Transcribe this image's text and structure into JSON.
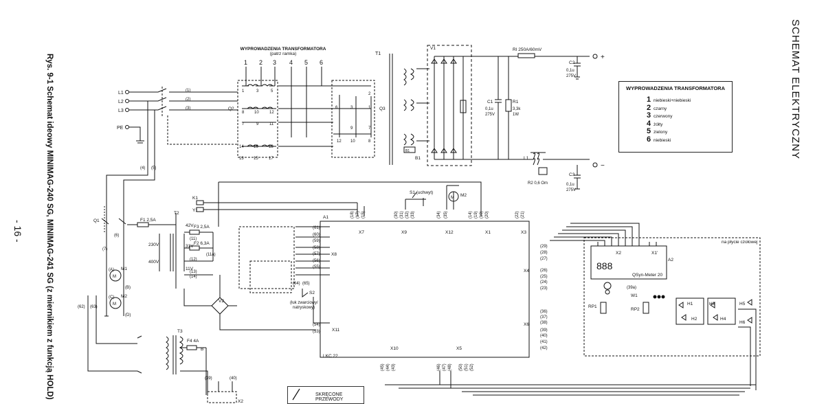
{
  "header": {
    "transformer_title": "WYPROWADZENIA TRANSFORMATORA",
    "transformer_subtitle": "(patrz ramka)",
    "terminal_numbers": [
      "1",
      "2",
      "3",
      "4",
      "5",
      "6"
    ]
  },
  "side_title": "SCHEMAT ELEKTRYCZNY",
  "caption": "Rys. 9-1 Schemat ideowy MINIMAG-240 SG, MINIMAG-241 SG (z miernikiem z funkcją HOLD)",
  "page_number": "- 16 -",
  "legend": {
    "title": "WYPROWADZENIA TRANSFORMATORA",
    "rows": [
      {
        "num": "1",
        "text": "niebieski+niebieski"
      },
      {
        "num": "2",
        "text": "czarny"
      },
      {
        "num": "3",
        "text": "czerwony"
      },
      {
        "num": "4",
        "text": "żółty"
      },
      {
        "num": "5",
        "text": "zielony"
      },
      {
        "num": "6",
        "text": "niebieski"
      }
    ]
  },
  "inputs": {
    "l1": "L1",
    "l2": "L2",
    "l3": "L3",
    "pe": "PE",
    "w1": "(1)",
    "w2": "(2)",
    "w3": "(3)",
    "w4": "(4)",
    "w5": "(5)"
  },
  "components": {
    "q1": "Q1",
    "q2": "Q2",
    "q3": "Q3",
    "t1": "T1",
    "t2": "T2",
    "t3": "T3",
    "v1": "V1",
    "v2": "V2",
    "k1": "K1",
    "y1": "Y1",
    "f1": "F1  2,5A",
    "f2": "F2  6,3A",
    "f3": "F3  2,5A",
    "f4": "F4  4A",
    "m1": "M1",
    "m2_fan": "M2",
    "m2_motor": "M2",
    "s1": "S1 (uchwyt)",
    "s2": "S2",
    "s2_note1": "(łuk zwarciowy/",
    "s2_note2": "natryskowy)",
    "c1": "C1",
    "c1_val1": "0,1u",
    "c1_val2": "275V",
    "r1": "R1",
    "r1_val1": "3,3k",
    "r1_val2": "1W",
    "c2": "C2",
    "c2_val1": "0,1u",
    "c2_val2": "275V",
    "c3": "C3",
    "c3_val1": "0,1u",
    "c3_val2": "275V",
    "rl": "RI  250A/60mV",
    "l1_choke": "L1",
    "r2": "R2  0,6 Om",
    "b1": "B1",
    "a1": "A1",
    "a2": "A2",
    "x2": "X2",
    "x1p": "X1'",
    "meter": "QSyn-Meter 20",
    "rp1": "RP1",
    "rp2": "RP2",
    "w1_sw": "W1",
    "w39": "(39a)",
    "lkc": "LKC 22",
    "b": "B",
    "v230": "230V",
    "v400": "400V",
    "v42": "42V",
    "v31": "31V",
    "v11": "11V",
    "h1": "H1",
    "h2": "H2",
    "h3": "H3",
    "h4": "H4",
    "h5": "H5",
    "h6": "H6"
  },
  "connectors": {
    "x7": "X7",
    "x9": "X9",
    "x12": "X12",
    "x1": "X1",
    "x3": "X3",
    "x8": "X8",
    "x11": "X11",
    "x4": "X4",
    "x6": "X6",
    "x10": "X10",
    "x5": "X5",
    "x2b": "X2"
  },
  "x8_wires": [
    "(61)",
    "(60)",
    "(59)",
    "(58)",
    "(57)",
    "(56)",
    "(55)"
  ],
  "x4_wires": [
    "(29)",
    "(28)",
    "(27)",
    "(26)",
    "(25)",
    "(24)",
    "(23)"
  ],
  "x6_wires": [
    "(36)",
    "(37)",
    "(38)",
    "(39)",
    "(40)",
    "(41)",
    "(42)"
  ],
  "top_wires": [
    "(18)",
    "(17)",
    "(15)",
    "(30)",
    "(31)",
    "(32)",
    "(33)",
    "(34)",
    "(35)",
    "(14)",
    "(19)",
    "(10)",
    "(20)",
    "(22)",
    "(21)"
  ],
  "bottom_wires": [
    "(45)",
    "(44)",
    "(43)",
    "(46)",
    "(47)",
    "(48)",
    "(50)",
    "(51)",
    "(52)"
  ],
  "misc_wires": {
    "w54": "(54)",
    "w53": "(53)",
    "w64": "(64)",
    "w65": "(65)",
    "w39": "(39)",
    "w40": "(40)",
    "w62": "(62)",
    "w63": "(63)",
    "w11a": "(11a)",
    "w12": "(12)",
    "w13": "(13)",
    "w14": "(14)",
    "w11": "(11)",
    "w6": "(6)",
    "w7": "(7)",
    "wA": "(A)",
    "wB": "(B)",
    "wC": "(C)",
    "wD": "(D)"
  },
  "plyta_note": "na płycie czołowej",
  "skrecone": "SKRĘCONE PRZEWODY",
  "plus": "+",
  "minus": "−"
}
